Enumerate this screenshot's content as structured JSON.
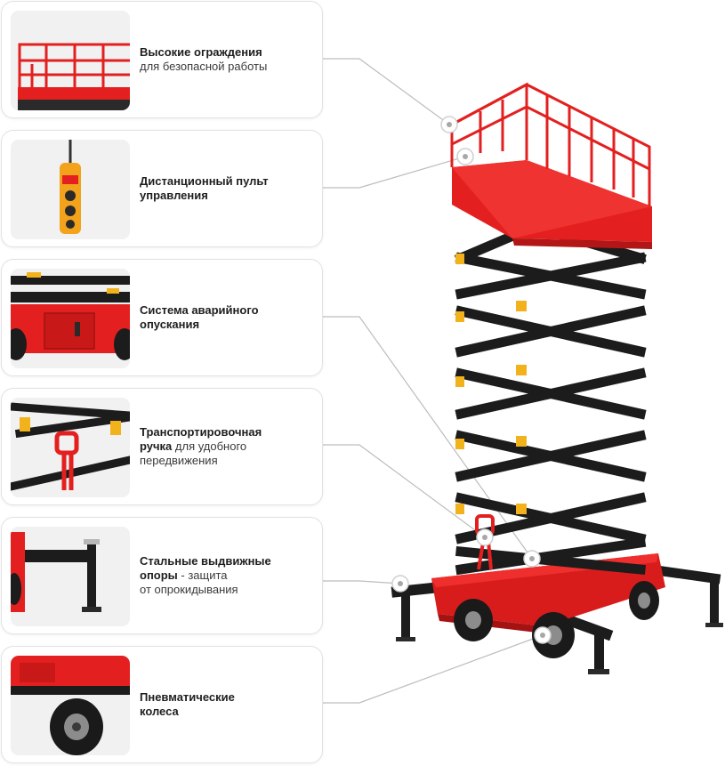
{
  "colors": {
    "frame_red": "#e3201f",
    "scissor_black": "#1c1c1c",
    "accent_yellow": "#f2b21b",
    "card_border": "#e2e2e2",
    "connector_gray": "#bdbdbd"
  },
  "features": [
    {
      "id": "railings",
      "title": "Высокие ограждения",
      "desc": "для безопасной работы",
      "icon": "railing-icon"
    },
    {
      "id": "remote",
      "title_line1": "Дистанционный пульт",
      "title_line2": "управления",
      "icon": "remote-control-icon"
    },
    {
      "id": "emergency",
      "title_line1": "Система аварийного",
      "title_line2": "опускания",
      "icon": "emergency-lowering-icon"
    },
    {
      "id": "handle",
      "title_line1": "Транспортировочная",
      "title_bold2": "ручка",
      "desc_inline": " для удобного",
      "desc_line3": "передвижения",
      "icon": "transport-handle-icon"
    },
    {
      "id": "outriggers",
      "title_line1": "Стальные выдвижные",
      "title_bold2": "опоры",
      "desc_inline": " - защита",
      "desc_line3": "от опрокидывания",
      "icon": "outrigger-icon"
    },
    {
      "id": "wheels",
      "title_line1": "Пневматические",
      "title_line2": "колеса",
      "icon": "pneumatic-wheel-icon"
    }
  ]
}
